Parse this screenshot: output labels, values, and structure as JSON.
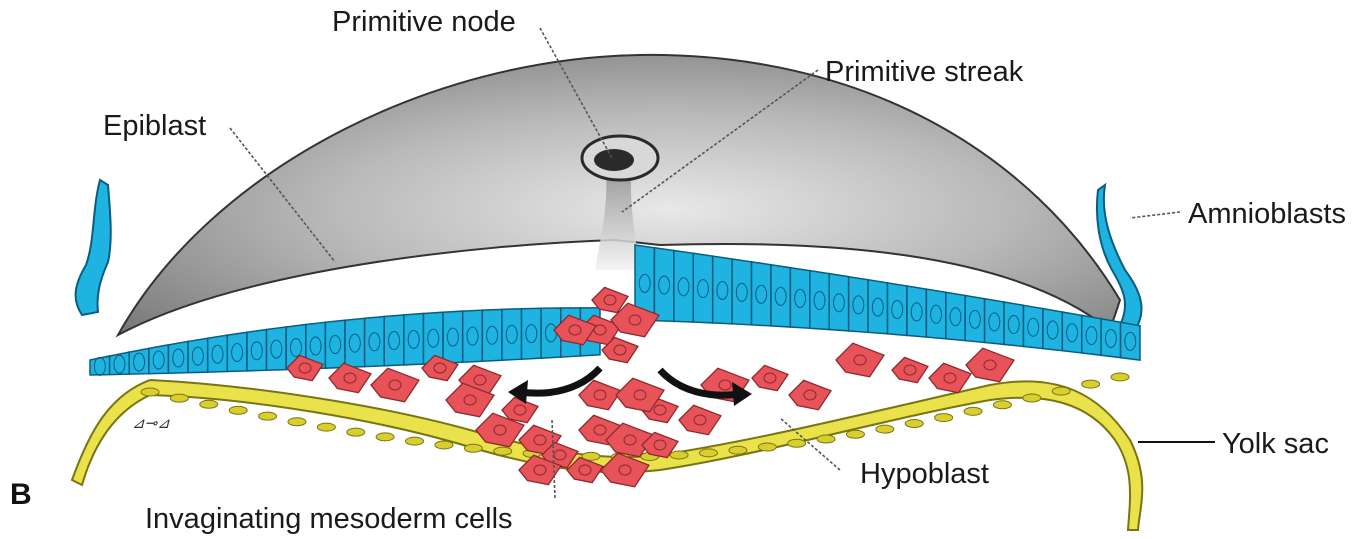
{
  "panel_letter": "B",
  "labels": {
    "primitive_node": "Primitive node",
    "primitive_streak": "Primitive streak",
    "epiblast": "Epiblast",
    "amnioblasts": "Amnioblasts",
    "yolk_sac": "Yolk sac",
    "hypoblast": "Hypoblast",
    "invaginating_mesoderm": "Invaginating mesoderm cells"
  },
  "colors": {
    "epiblast": "#1eb3e0",
    "epiblast_outline": "#0b5d80",
    "mesoderm": "#e8535a",
    "mesoderm_outline": "#8a2a2e",
    "hypoblast": "#e9e24b",
    "hypoblast_outline": "#7a7414",
    "amnion_surface": "#9b9b9b",
    "leader_line": "#555555"
  }
}
